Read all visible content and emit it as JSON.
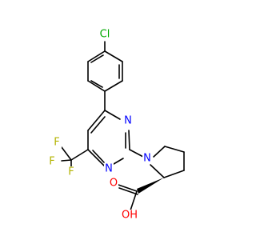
{
  "molecule": {
    "atoms": {
      "cl": {
        "text": "Cl",
        "color": "#00aa00"
      },
      "n_pyrimidine_upper": {
        "text": "N",
        "color": "#0000ff"
      },
      "n_pyrimidine_lower": {
        "text": "N",
        "color": "#0000ff"
      },
      "n_pyrrolidine": {
        "text": "N",
        "color": "#0000ff"
      },
      "f_top": {
        "text": "F",
        "color": "#b3b300"
      },
      "f_left": {
        "text": "F",
        "color": "#b3b300"
      },
      "f_bottom": {
        "text": "F",
        "color": "#b3b300"
      },
      "o_carbonyl": {
        "text": "O",
        "color": "#ff0000"
      },
      "oh": {
        "text": "OH",
        "color": "#ff0000"
      }
    }
  }
}
